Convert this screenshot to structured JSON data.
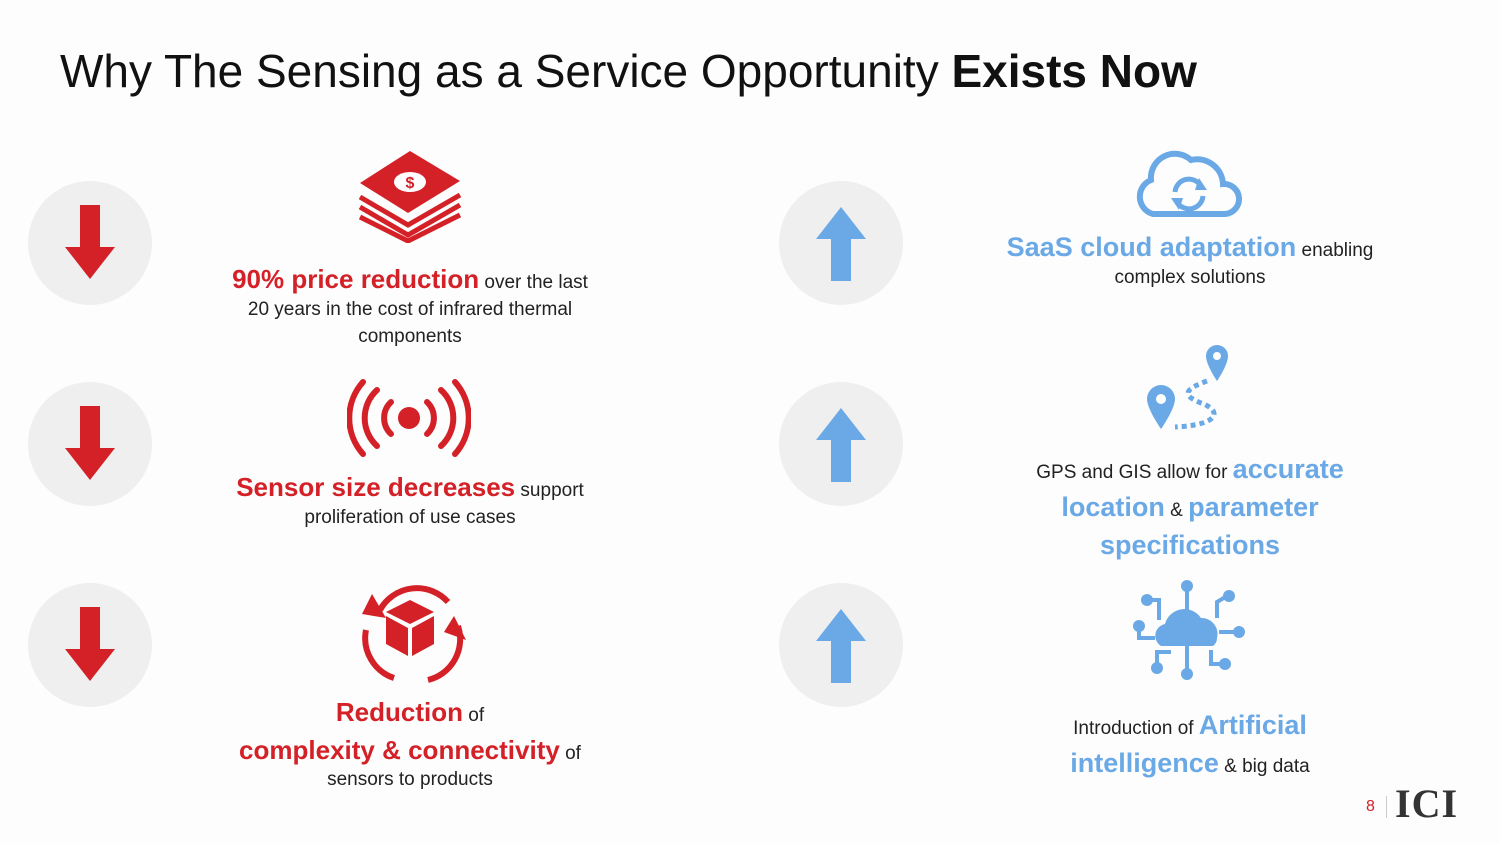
{
  "title": {
    "regular": "Why The Sensing as a Service Opportunity ",
    "bold": "Exists Now"
  },
  "colors": {
    "red": "#d42027",
    "blue": "#6aa9e5",
    "circle": "#efefef"
  },
  "left_items": [
    {
      "icon": "money-stack-icon",
      "arrow": "arrow-down-icon",
      "highlight": "90% price reduction",
      "rest1": " over the last",
      "rest2": "20 years in the cost of infrared thermal",
      "rest3": "components"
    },
    {
      "icon": "broadcast-signal-icon",
      "arrow": "arrow-down-icon",
      "highlight": "Sensor size decreases",
      "rest1": " support",
      "rest2": "proliferation of use cases"
    },
    {
      "icon": "box-cycle-icon",
      "arrow": "arrow-down-icon",
      "highlight1": "Reduction",
      "rest1": " of",
      "highlight2": "complexity & connectivity",
      "rest2": " of",
      "rest3": "sensors to products"
    }
  ],
  "right_items": [
    {
      "icon": "cloud-sync-icon",
      "arrow": "arrow-up-icon",
      "highlight": "SaaS cloud adaptation",
      "rest1": " enabling",
      "rest2": "complex solutions"
    },
    {
      "icon": "location-route-icon",
      "arrow": "arrow-up-icon",
      "rest1": "GPS and GIS allow for ",
      "highlight1": "accurate",
      "highlight2": "location",
      "amp": " & ",
      "highlight3": "parameter",
      "highlight4": "specifications"
    },
    {
      "icon": "cloud-network-icon",
      "arrow": "arrow-up-icon",
      "rest1": "Introduction of ",
      "highlight1": "Artificial",
      "highlight2": "intelligence",
      "rest2": " & big data"
    }
  ],
  "footer": {
    "page_number": "8",
    "logo": "ICI"
  }
}
